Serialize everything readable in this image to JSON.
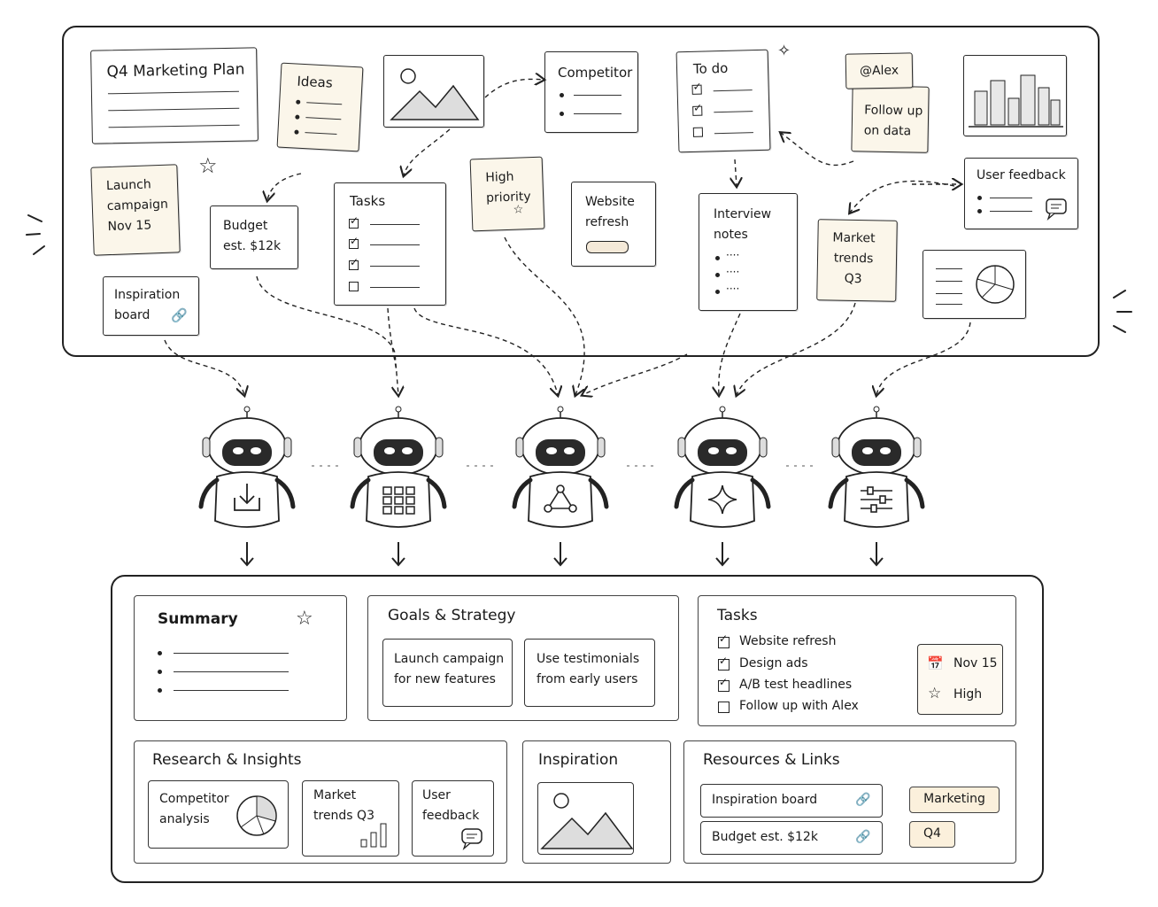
{
  "board": {
    "plan": {
      "title": "Q4 Marketing Plan"
    },
    "ideas": {
      "title": "Ideas"
    },
    "competitor": {
      "title": "Competitor"
    },
    "todo": {
      "title": "To do"
    },
    "alex": {
      "label": "@Alex"
    },
    "followup": {
      "text": "Follow up\non data"
    },
    "launch": {
      "text": "Launch\ncampaign\nNov 15"
    },
    "budget": {
      "text": "Budget\nest. $12k"
    },
    "tasks": {
      "title": "Tasks"
    },
    "priority": {
      "text": "High\npriority"
    },
    "website": {
      "text": "Website\nrefresh"
    },
    "interview": {
      "text": "Interview\nnotes"
    },
    "market": {
      "text": "Market\ntrends\nQ3"
    },
    "userfeedback": {
      "title": "User feedback"
    },
    "inspiration": {
      "text": "Inspiration\nboard"
    }
  },
  "output": {
    "summary": {
      "title": "Summary"
    },
    "goals": {
      "title": "Goals & Strategy",
      "items": [
        "Launch campaign\nfor new features",
        "Use testimonials\nfrom early users"
      ]
    },
    "tasks": {
      "title": "Tasks",
      "items": [
        {
          "label": "Website refresh",
          "done": true
        },
        {
          "label": "Design ads",
          "done": true
        },
        {
          "label": "A/B test headlines",
          "done": true
        },
        {
          "label": "Follow up with Alex",
          "done": false
        }
      ],
      "date": "Nov 15",
      "priority": "High"
    },
    "research": {
      "title": "Research & Insights",
      "items": [
        "Competitor\nanalysis",
        "Market\ntrends Q3",
        "User\nfeedback"
      ]
    },
    "inspiration": {
      "title": "Inspiration"
    },
    "resources": {
      "title": "Resources & Links",
      "links": [
        "Inspiration board",
        "Budget est. $12k"
      ],
      "tags": [
        "Marketing",
        "Q4"
      ]
    }
  },
  "icons": {
    "robots": [
      "download-icon",
      "grid-icon",
      "network-icon",
      "sparkle-icon",
      "sliders-icon"
    ]
  },
  "colors": {
    "ink": "#1a1a1a",
    "sticky": "#fbf6ea",
    "tag": "#fbf0dc"
  }
}
